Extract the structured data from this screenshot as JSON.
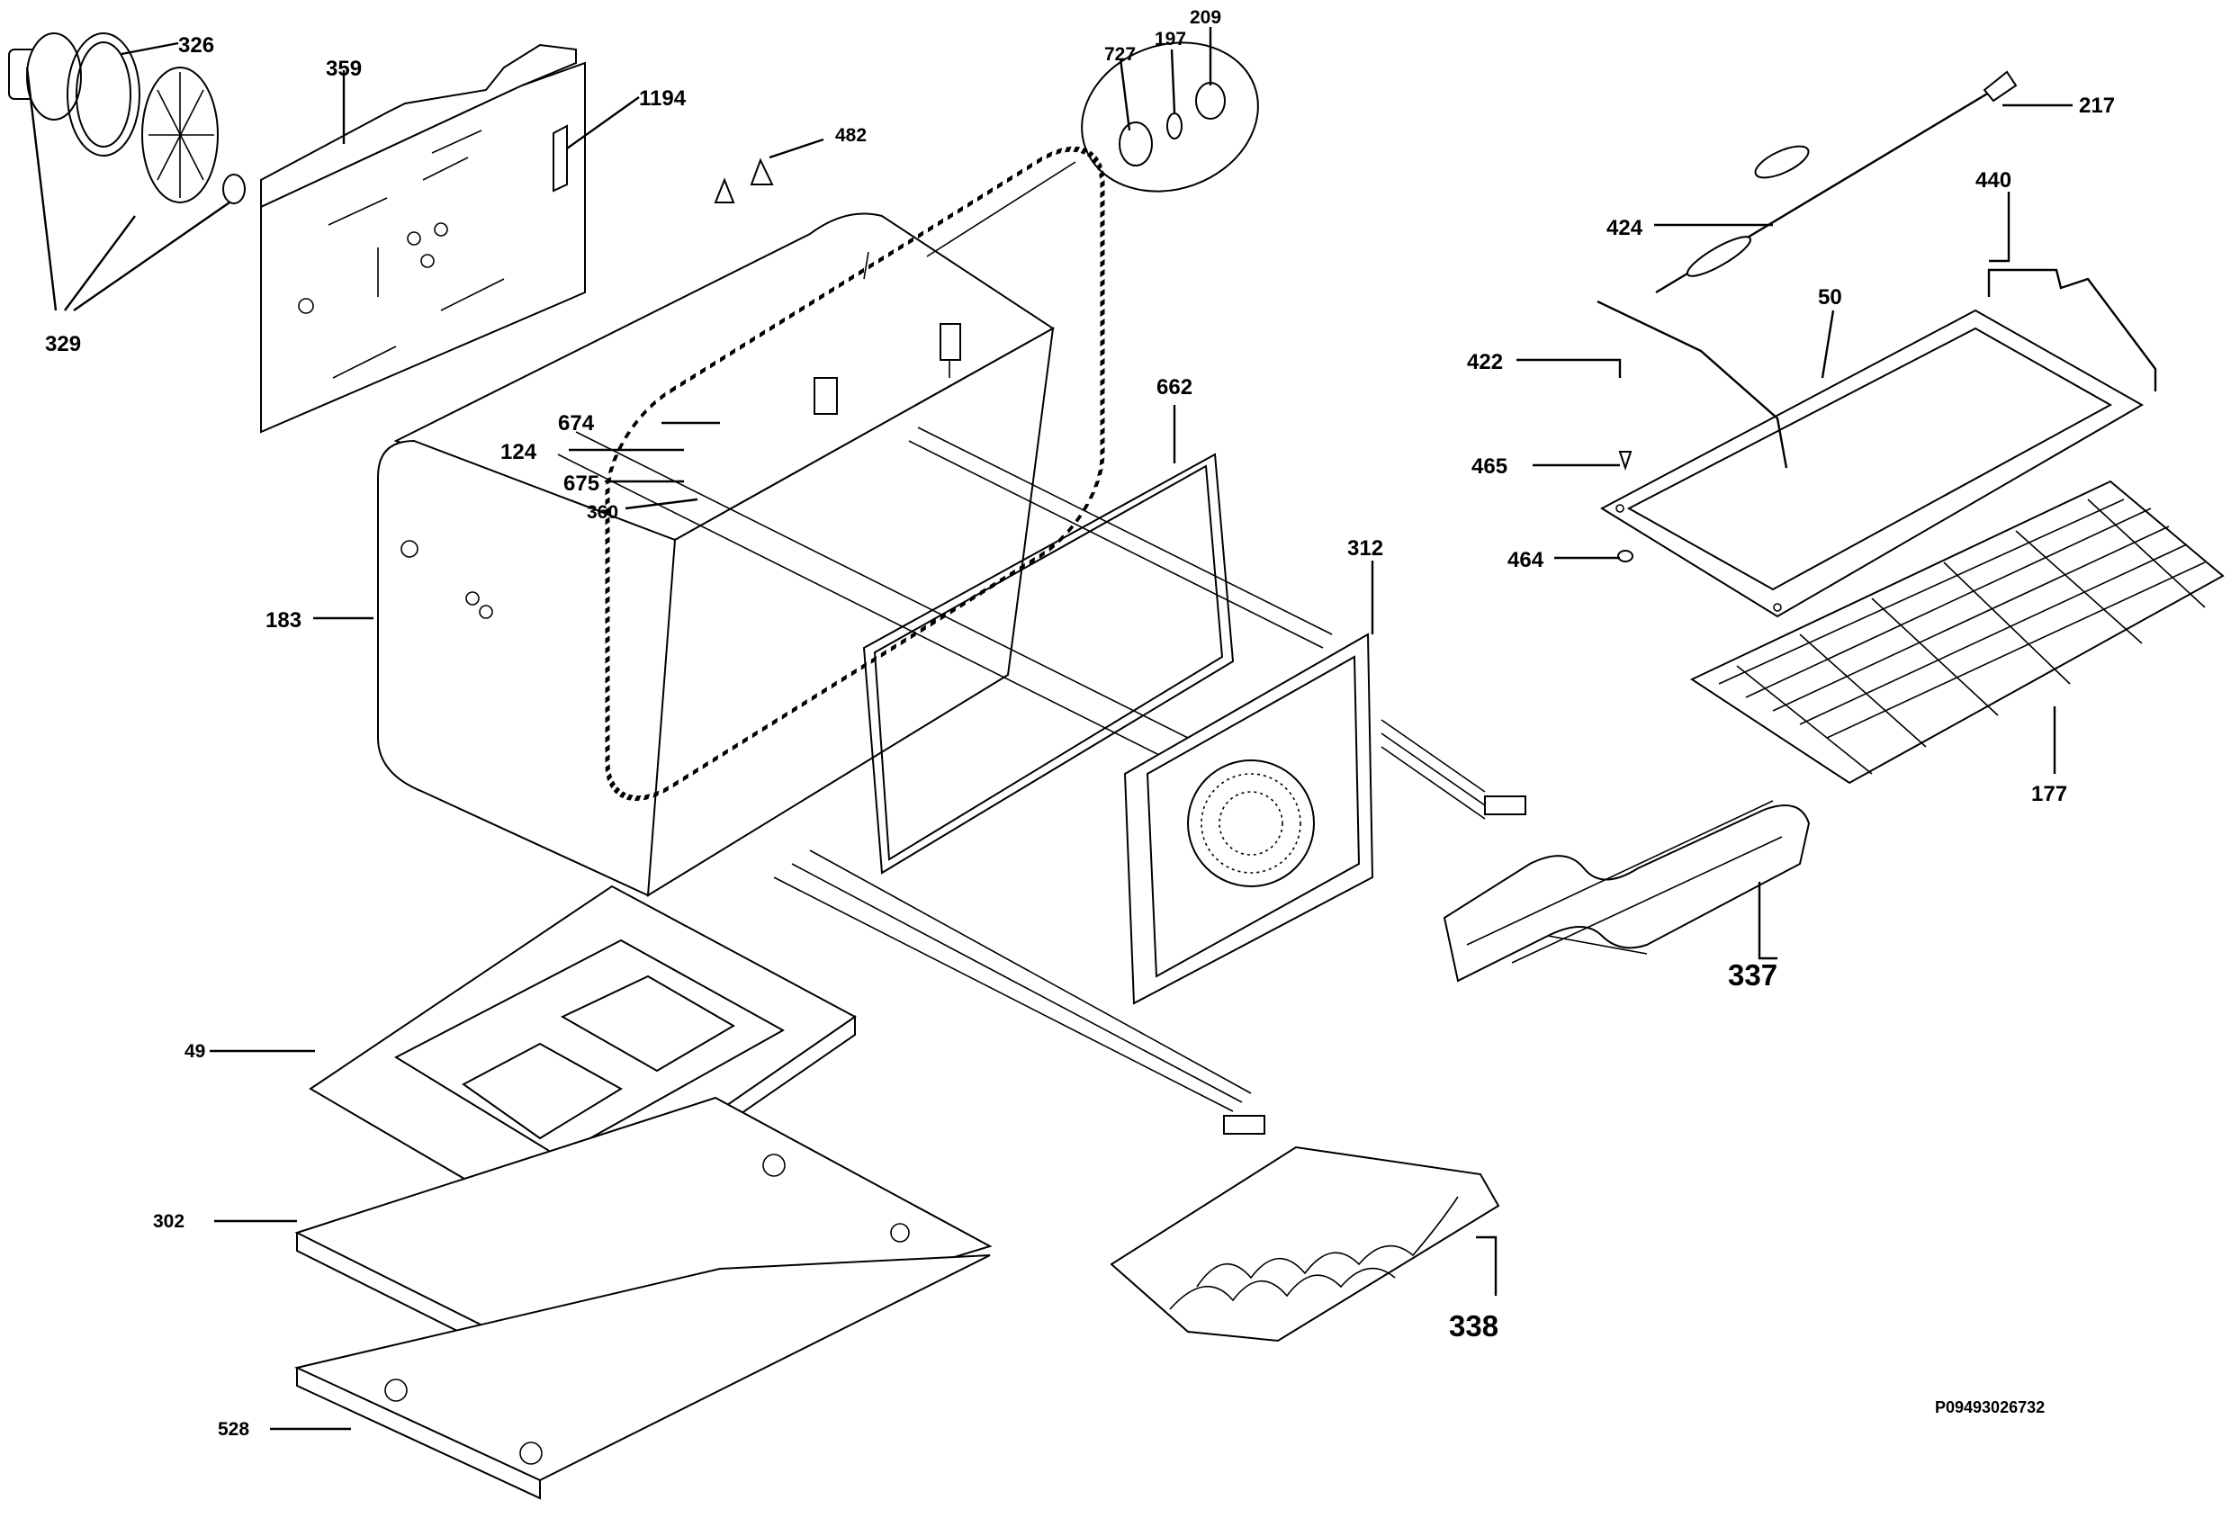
{
  "labels": {
    "l326": "326",
    "l359": "359",
    "l1194": "1194",
    "l727": "727",
    "l197": "197",
    "l209": "209",
    "l482": "482",
    "l217": "217",
    "l440": "440",
    "l424": "424",
    "l50": "50",
    "l329": "329",
    "l422": "422",
    "l662": "662",
    "l674": "674",
    "l124": "124",
    "l675": "675",
    "l360": "360",
    "l465": "465",
    "l464": "464",
    "l312": "312",
    "l183": "183",
    "l177": "177",
    "l337": "337",
    "l49": "49",
    "l302": "302",
    "l338": "338",
    "l528": "528"
  },
  "drawing_code": "P09493026732",
  "colors": {
    "line": "#000000",
    "background": "#ffffff"
  }
}
